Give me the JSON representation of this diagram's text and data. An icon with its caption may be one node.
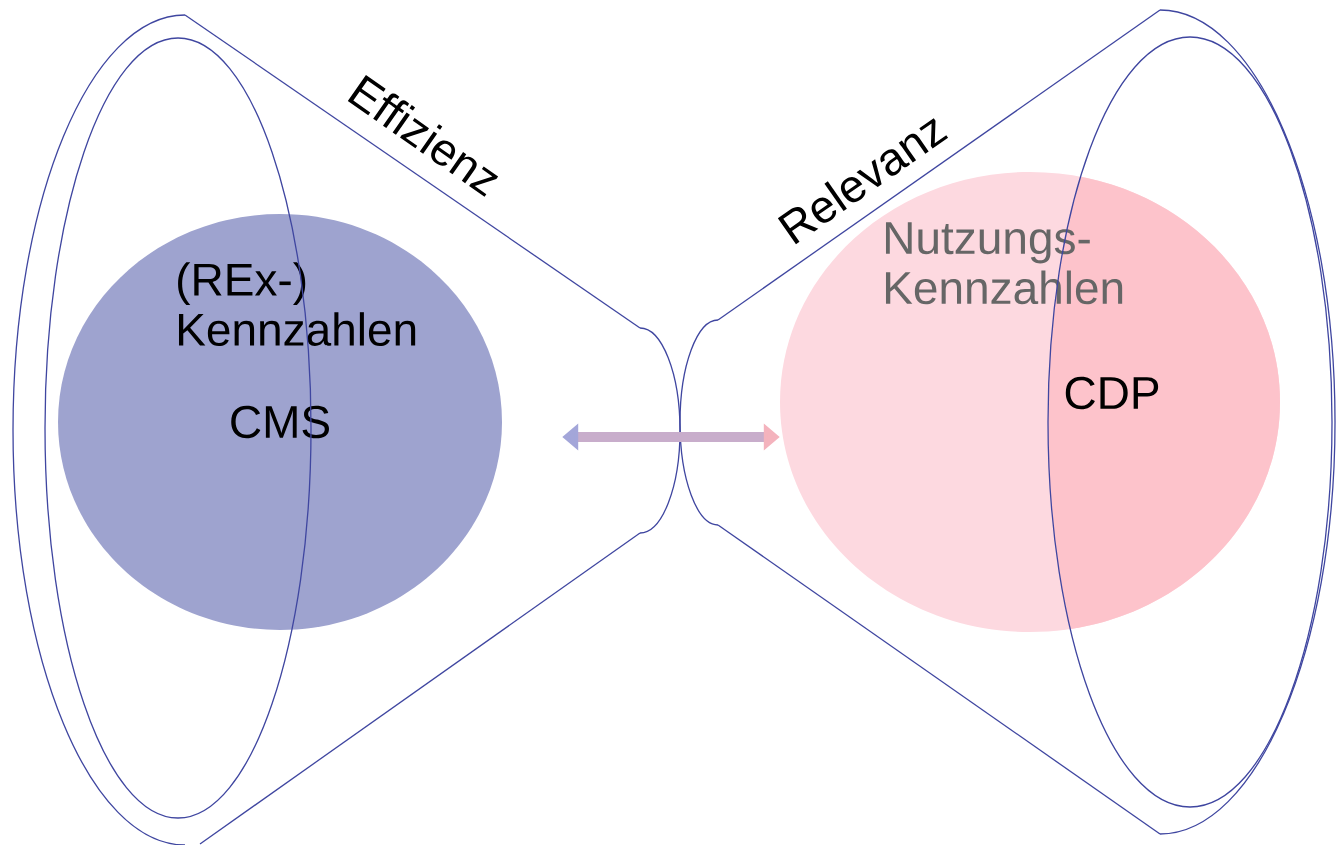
{
  "diagram": {
    "nodes": [
      {
        "text": [
          "(REx-) Kennzahlen",
          "CMS"
        ]
      },
      {
        "text": [
          "Nutzungs- Kennzahlen",
          "CDP"
        ]
      }
    ],
    "edges": [
      {
        "from": 0,
        "to": 1,
        "arrow": "both"
      }
    ],
    "labels": [
      "Effizienz",
      "Relevanz"
    ]
  }
}
